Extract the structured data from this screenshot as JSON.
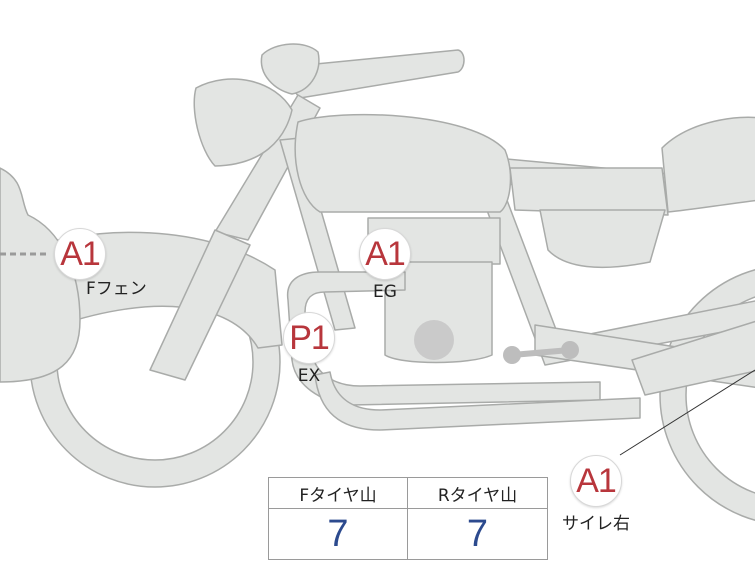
{
  "colors": {
    "body_fill": "#e3e5e3",
    "body_stroke": "#a9aba9",
    "badge_text": "#b8363c",
    "value_text": "#2c4a8e"
  },
  "markers": [
    {
      "code": "A1",
      "label": "Fフェン"
    },
    {
      "code": "A1",
      "label": "EG"
    },
    {
      "code": "P1",
      "label": "EX"
    },
    {
      "code": "A1",
      "label": "サイレ右"
    }
  ],
  "tyre_table": {
    "headers": [
      "Fタイヤ山",
      "Rタイヤ山"
    ],
    "values": [
      "7",
      "7"
    ]
  }
}
